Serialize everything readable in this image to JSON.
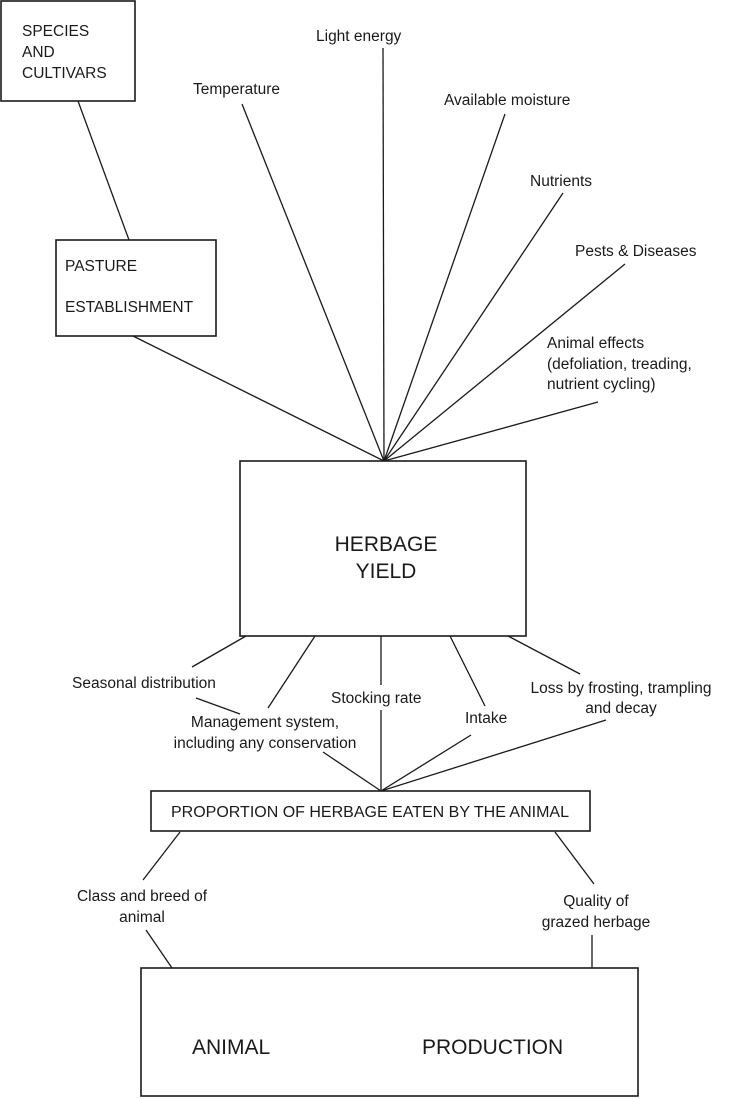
{
  "boxes": {
    "species_cultivars": [
      "SPECIES",
      "AND",
      "CULTIVARS"
    ],
    "pasture_establishment": [
      "PASTURE",
      "ESTABLISHMENT"
    ],
    "herbage_yield": [
      "HERBAGE",
      "YIELD"
    ],
    "proportion_eaten": "PROPORTION OF HERBAGE EATEN BY THE ANIMAL",
    "animal_production": [
      "ANIMAL",
      "PRODUCTION"
    ]
  },
  "factors": {
    "light_energy": "Light energy",
    "temperature": "Temperature",
    "available_moisture": "Available moisture",
    "nutrients": "Nutrients",
    "pests_diseases": "Pests & Diseases",
    "animal_effects": [
      "Animal effects",
      "(defoliation, treading,",
      "nutrient cycling)"
    ]
  },
  "yield_factors": {
    "seasonal_distribution": "Seasonal distribution",
    "management_system": [
      "Management system,",
      "including any conservation"
    ],
    "stocking_rate": "Stocking rate",
    "intake": "Intake",
    "loss": [
      "Loss by frosting, trampling",
      "and decay"
    ]
  },
  "production_factors": {
    "class_breed": [
      "Class and breed of",
      "animal"
    ],
    "quality": [
      "Quality of",
      "grazed herbage"
    ]
  }
}
